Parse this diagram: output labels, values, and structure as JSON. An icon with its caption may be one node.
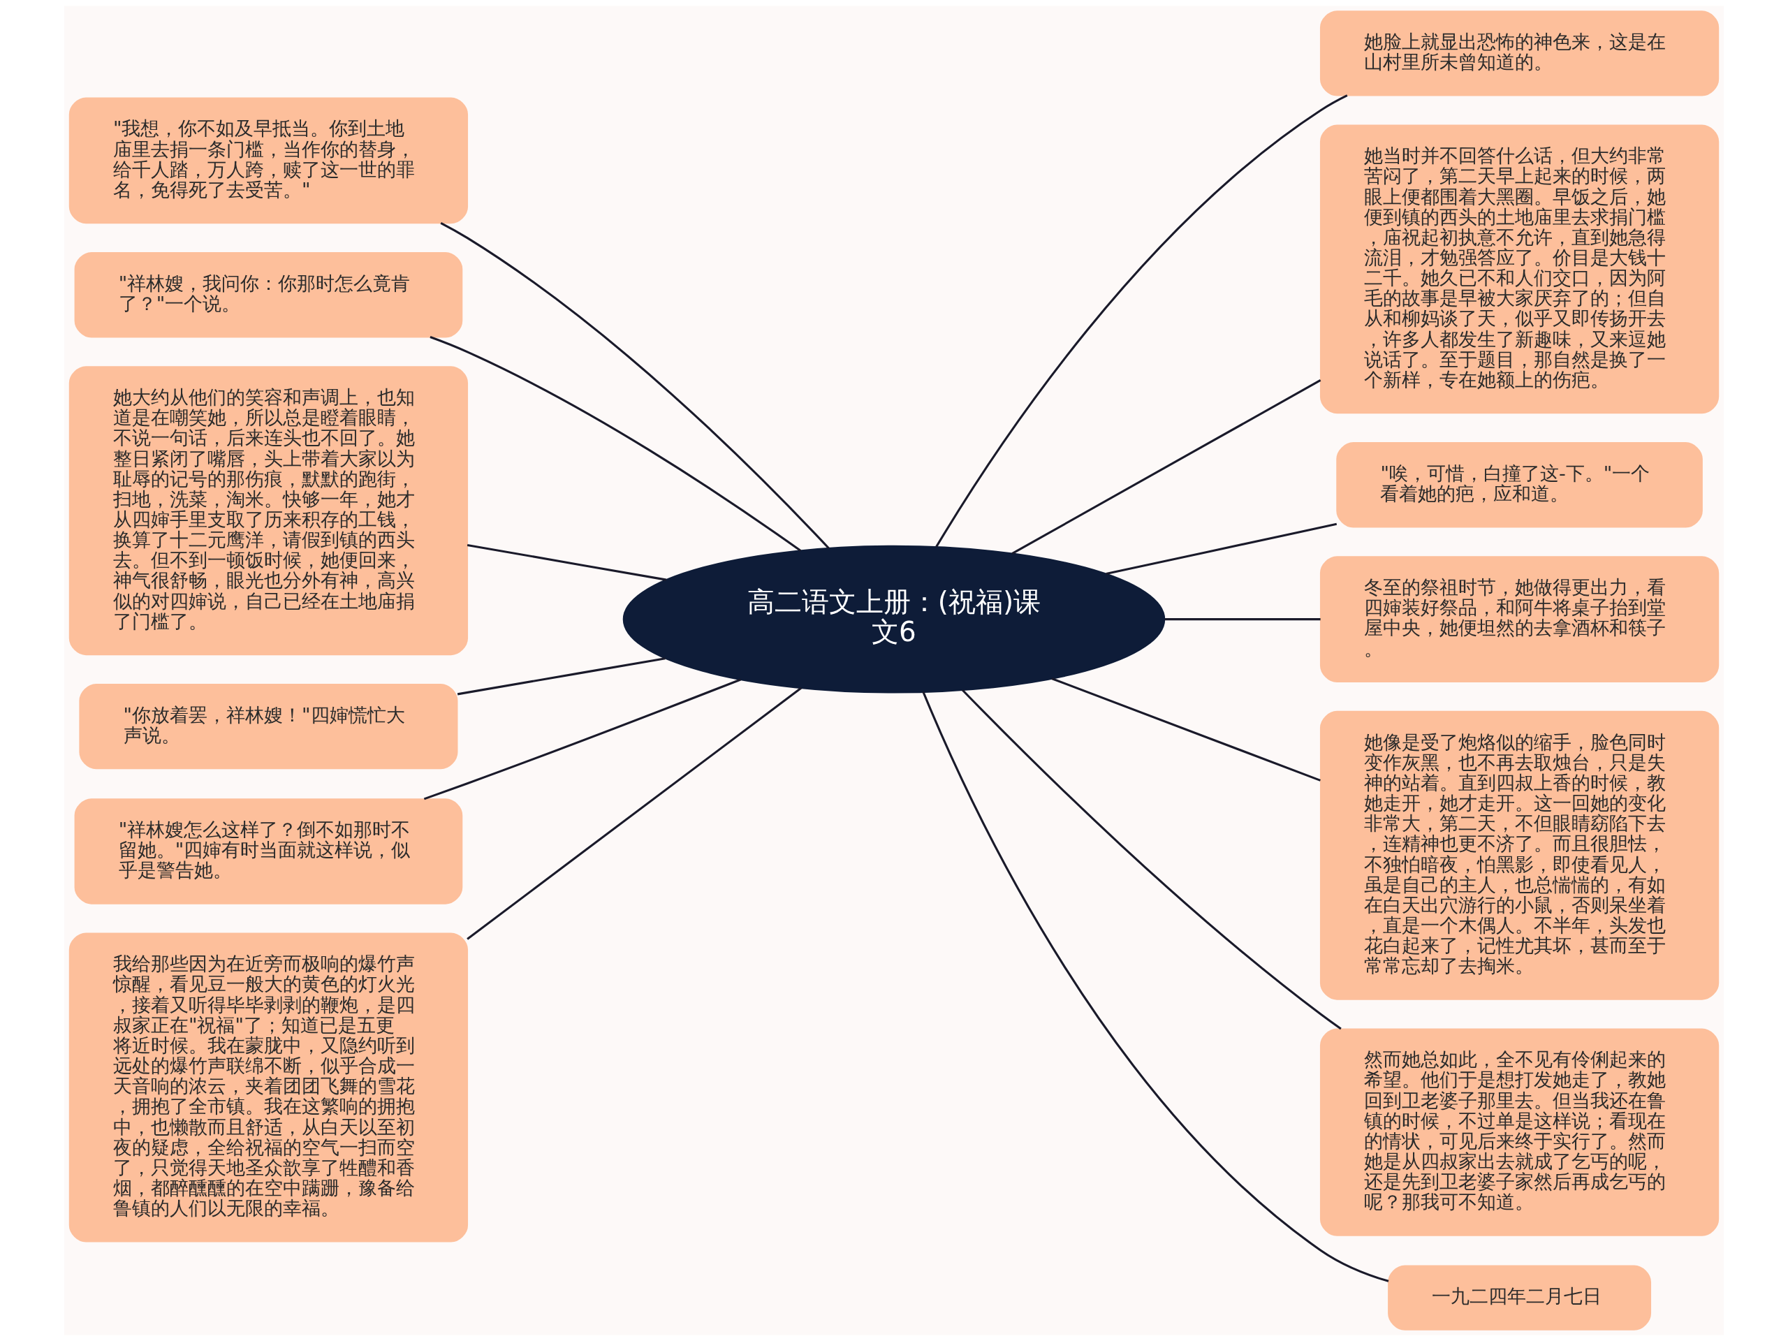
{
  "diagram": {
    "nodes": [
      {
        "text": [
          "高二语文上册：(祝福)课文6"
        ]
      },
      {
        "text": [
          "\"我想，你不如及早抵当。你到土地庙里去捐一条门槛，当作你的替身，给千人踏，万人跨，赎了这一世的罪名，免得死了去受苦。\""
        ]
      },
      {
        "text": [
          "\"祥林嫂，我问你：你那时怎么竟肯了？\"一个说。"
        ]
      },
      {
        "text": [
          "她大约从他们的笑容和声调上，也知道是在嘲笑她，所以总是瞪着眼睛，不说一句话，后来连头也不回了。她整日紧闭了嘴唇，头上带着大家以为耻辱的记号的那伤痕，默默的跑街，扫地，洗菜，淘米。快够一年，她才从四婶手里支取了历来积存的工钱，换算了十二元鹰洋，请假到镇的西头去。但不到一顿饭时候，她便回来，神气很舒畅，眼光也分外有神，高兴似的对四婶说，自己已经在土地庙捐了门槛了。"
        ]
      },
      {
        "text": [
          "\"你放着罢，祥林嫂！\"四婶慌忙大声说。"
        ]
      },
      {
        "text": [
          "\"祥林嫂怎么这样了？倒不如那时不留她。\"四婶有时当面就这样说，似乎是警告她。"
        ]
      },
      {
        "text": [
          "我给那些因为在近旁而极响的爆竹声惊醒，看见豆一般大的黄色的灯火光，接着又听得毕毕剥剥的鞭炮，是四叔家正在\"祝福\"了；知道已是五更将近时候。我在蒙胧中，又隐约听到远处的爆竹声联绵不断，似乎合成一天音响的浓云，夹着团团飞舞的雪花，拥抱了全市镇。我在这繁响的拥抱中，也懒散而且舒适，从白天以至初夜的疑虑，全给祝福的空气一扫而空了，只觉得天地圣众歆享了牲醴和香烟，都醉醺醺的在空中蹒跚，豫备给鲁镇的人们以无限的幸福。"
        ]
      },
      {
        "text": [
          "她脸上就显出恐怖的神色来，这是在山村里所未曾知道的。"
        ]
      },
      {
        "text": [
          "她当时并不回答什么话，但大约非常苦闷了，第二天早上起来的时候，两眼上便都围着大黑圈。早饭之后，她便到镇的西头的土地庙里去求捐门槛，庙祝起初执意不允许，直到她急得流泪，才勉强答应了。价目是大钱十二千。她久已不和人们交口，因为阿毛的故事是早被大家厌弃了的；但自从和柳妈谈了天，似乎又即传扬开去，许多人都发生了新趣味，又来逗她说话了。至于题目，那自然是换了一个新样，专在她额上的伤疤。"
        ]
      },
      {
        "text": [
          "\"唉，可惜，白撞了这-下。\"一个看着她的疤，应和道。"
        ]
      },
      {
        "text": [
          "冬至的祭祖时节，她做得更出力，看四婶装好祭品，和阿牛将桌子抬到堂屋中央，她便坦然的去拿酒杯和筷子。"
        ]
      },
      {
        "text": [
          "她像是受了炮烙似的缩手，脸色同时变作灰黑，也不再去取烛台，只是失神的站着。直到四叔上香的时候，教她走开，她才走开。这一回她的变化非常大，第二天，不但眼睛窈陷下去，连精神也更不济了。而且很胆怯，不独怕暗夜，怕黑影，即使看见人，虽是自己的主人，也总惴惴的，有如在白天出穴游行的小鼠，否则呆坐着，直是一个木偶人。不半年，头发也花白起来了，记性尤其坏，甚而至于常常忘却了去掏米。"
        ]
      },
      {
        "text": [
          "然而她总如此，全不见有伶俐起来的希望。他们于是想打发她走了，教她回到卫老婆子那里去。但当我还在鲁镇的时候，不过单是这样说；看现在的情状，可见后来终于实行了。然而她是从四叔家出去就成了乞丐的呢，还是先到卫老婆子家然后再成乞丐的呢？那我可不知道。"
        ]
      },
      {
        "text": [
          "一九二四年二月七日"
        ]
      }
    ],
    "edges": [
      {
        "from": 1,
        "to": 0,
        "arrow": "none"
      },
      {
        "from": 2,
        "to": 0,
        "arrow": "none"
      },
      {
        "from": 3,
        "to": 0,
        "arrow": "none"
      },
      {
        "from": 4,
        "to": 0,
        "arrow": "none"
      },
      {
        "from": 5,
        "to": 0,
        "arrow": "none"
      },
      {
        "from": 6,
        "to": 0,
        "arrow": "none"
      },
      {
        "from": 0,
        "to": 7,
        "arrow": "none"
      },
      {
        "from": 0,
        "to": 8,
        "arrow": "none"
      },
      {
        "from": 0,
        "to": 9,
        "arrow": "none"
      },
      {
        "from": 0,
        "to": 10,
        "arrow": "none"
      },
      {
        "from": 0,
        "to": 11,
        "arrow": "none"
      },
      {
        "from": 0,
        "to": 12,
        "arrow": "none"
      },
      {
        "from": 0,
        "to": 13,
        "arrow": "none"
      }
    ]
  }
}
